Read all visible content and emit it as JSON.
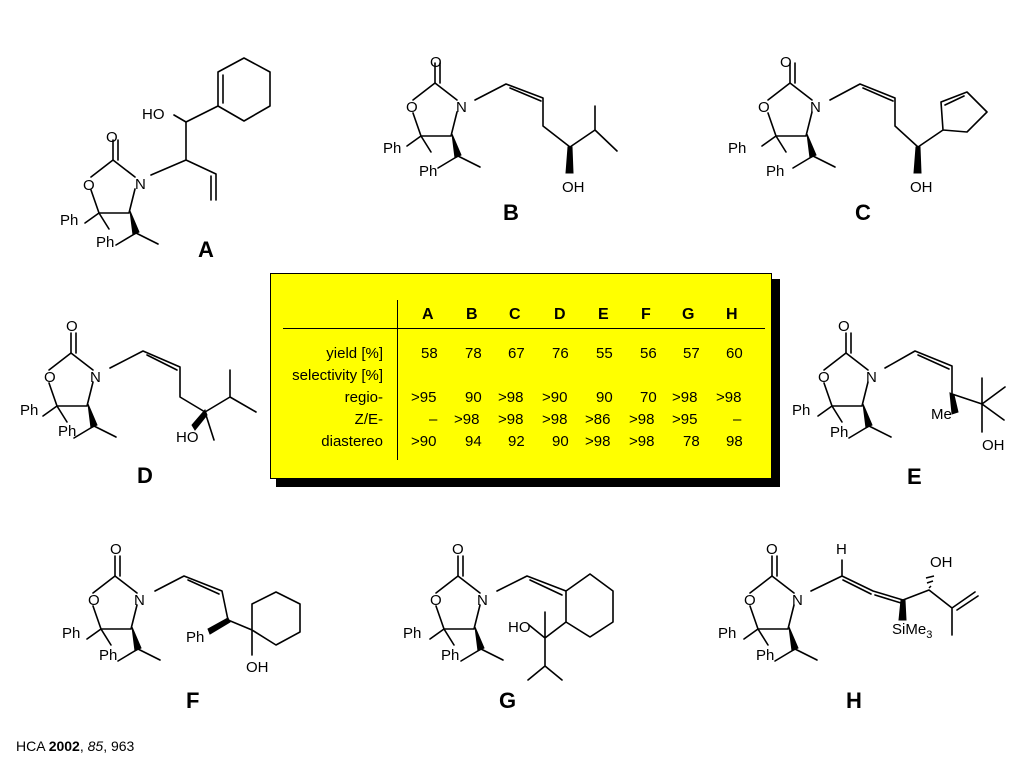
{
  "compound_labels": [
    "A",
    "B",
    "C",
    "D",
    "E",
    "F",
    "G",
    "H"
  ],
  "atom_labels": {
    "O": "O",
    "N": "N",
    "Ph": "Ph",
    "HO": "HO",
    "OH": "OH",
    "Me": "Me",
    "H": "H",
    "SiMe": "SiMe",
    "sub3": "3"
  },
  "table": {
    "columns": [
      "A",
      "B",
      "C",
      "D",
      "E",
      "F",
      "G",
      "H"
    ],
    "rows": [
      {
        "label": "yield [%]",
        "values": [
          "58",
          "78",
          "67",
          "76",
          "55",
          "56",
          "57",
          "60"
        ]
      },
      {
        "label": "selectivity [%]",
        "values": [
          "",
          "",
          "",
          "",
          "",
          "",
          "",
          ""
        ]
      },
      {
        "label": "regio-",
        "values": [
          ">95",
          "90",
          ">98",
          ">90",
          "90",
          "70",
          ">98",
          ">98"
        ]
      },
      {
        "label": "Z/E-",
        "values": [
          "–",
          ">98",
          ">98",
          ">98",
          ">86",
          ">98",
          ">95",
          "–"
        ]
      },
      {
        "label": "diastereo",
        "values": [
          ">90",
          "94",
          "92",
          "90",
          ">98",
          ">98",
          "78",
          "98"
        ]
      }
    ],
    "background": "#ffff00"
  },
  "citation": {
    "journal": "HCA",
    "year": "2002",
    "volume": "85",
    "pages": "963"
  }
}
